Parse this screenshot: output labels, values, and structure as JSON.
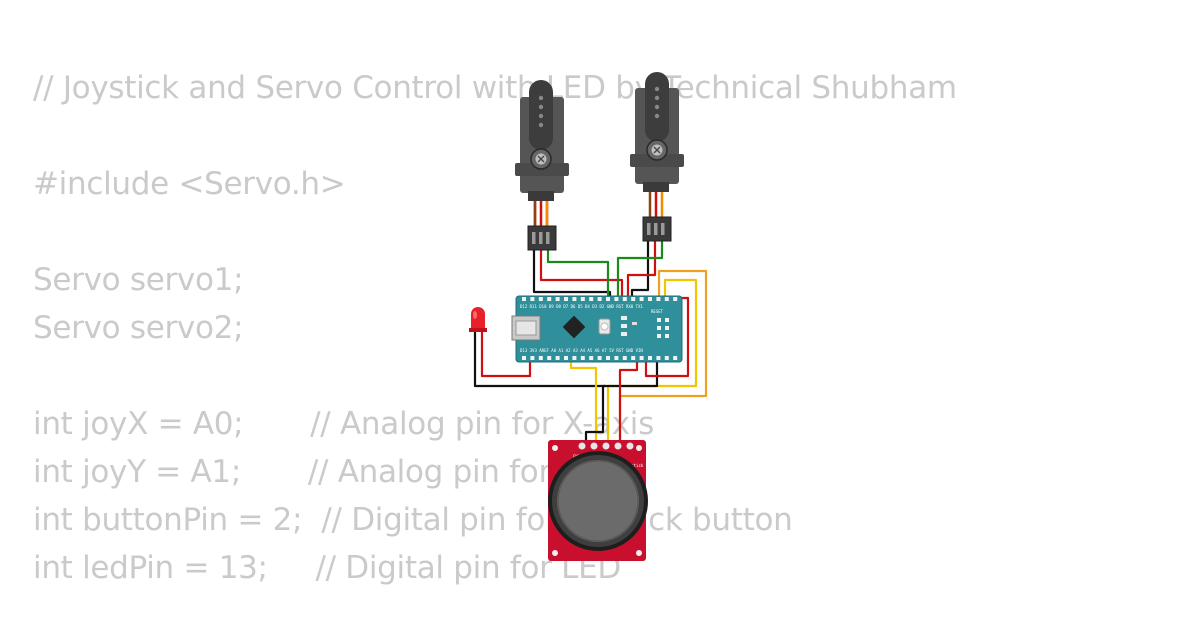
{
  "code": {
    "lines": [
      "// Joystick and Servo Control with LED by Technical Shubham",
      "",
      "#include <Servo.h>",
      "",
      "Servo servo1;",
      "Servo servo2;",
      "",
      "int joyX = A0;       // Analog pin for X-axis",
      "int joyY = A1;       // Analog pin for Y-axis",
      "int buttonPin = 2;  // Digital pin for joystick button",
      "int ledPin = 13;     // Digital pin for LED"
    ]
  },
  "components": {
    "servo_left_icon": "servo-icon",
    "servo_right_icon": "servo-icon",
    "board_icon": "arduino-nano-icon",
    "led_icon": "red-led-icon",
    "joystick_icon": "joystick-icon"
  },
  "board_labels": {
    "top_pins": "D12 D11 D10 D9 D8 D7 D6 D5 D4 D3 D2 GND RST RX0 TX1",
    "bottom_pins": "D13 3V3 AREF A0 A1 A2 A3 A4 A5 A6 A7 5V RST GND VIN",
    "reset_label": "RESET"
  },
  "joystick_labels": {
    "pins": "GND +5V VRx VRy SW",
    "board_name": "Joystick"
  },
  "colors": {
    "wire_black": "#111111",
    "wire_red": "#d01010",
    "wire_green": "#1a8a1a",
    "wire_yellow": "#f2c500",
    "wire_orange": "#f0a020",
    "board_teal": "#2f8f9b",
    "joystick_pcb": "#c8102e",
    "code_text": "#cacaca"
  }
}
